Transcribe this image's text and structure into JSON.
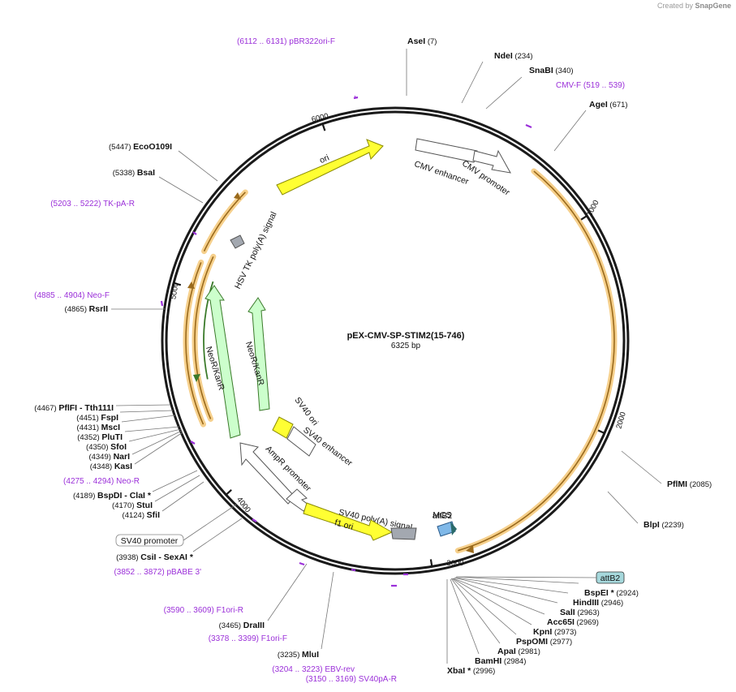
{
  "brand": {
    "created_by": "Created by",
    "name": "SnapGene"
  },
  "plasmid": {
    "name": "pEX-CMV-SP-STIM2(15-746)",
    "length_label": "6325 bp",
    "length": 6325
  },
  "colors": {
    "backbone": "#1a1a1a",
    "site_line": "#777777",
    "primer": "#9b30d9",
    "ori": "#ffff33",
    "neo": "#ccffcc",
    "orf": "#f2b35a",
    "grey": "#a3a8b0",
    "mcs": "#7fb8e8"
  },
  "ticks": [
    {
      "bp": 1000,
      "label": "1000"
    },
    {
      "bp": 2000,
      "label": "2000"
    },
    {
      "bp": 3000,
      "label": "3000"
    },
    {
      "bp": 4000,
      "label": "4000"
    },
    {
      "bp": 5000,
      "label": "5000"
    },
    {
      "bp": 6000,
      "label": "6000"
    }
  ],
  "sites": [
    {
      "name": "AseI",
      "pos": "(7)"
    },
    {
      "name": "NdeI",
      "pos": "(234)"
    },
    {
      "name": "SnaBI",
      "pos": "(340)"
    },
    {
      "name": "AgeI",
      "pos": "(671)"
    },
    {
      "name": "PflMI",
      "pos": "(2085)"
    },
    {
      "name": "BlpI",
      "pos": "(2239)"
    },
    {
      "name": "BspEI",
      "pos": "(2924)",
      "star": "*"
    },
    {
      "name": "HindIII",
      "pos": "(2946)"
    },
    {
      "name": "SalI",
      "pos": "(2963)"
    },
    {
      "name": "Acc65I",
      "pos": "(2969)"
    },
    {
      "name": "KpnI",
      "pos": "(2973)"
    },
    {
      "name": "PspOMI",
      "pos": "(2977)"
    },
    {
      "name": "ApaI",
      "pos": "(2981)"
    },
    {
      "name": "BamHI",
      "pos": "(2984)"
    },
    {
      "name": "XbaI",
      "pos": "(2996)",
      "star": "*"
    },
    {
      "name": "MluI",
      "pos": "(3235)"
    },
    {
      "name": "DraIII",
      "pos": "(3465)"
    },
    {
      "name": "CsiI - SexAI",
      "pos": "(3938)",
      "star": "*"
    },
    {
      "name": "SfiI",
      "pos": "(4124)"
    },
    {
      "name": "StuI",
      "pos": "(4170)"
    },
    {
      "name": "BspDI - ClaI",
      "pos": "(4189)",
      "star": "*"
    },
    {
      "name": "KasI",
      "pos": "(4348)"
    },
    {
      "name": "NarI",
      "pos": "(4349)"
    },
    {
      "name": "SfoI",
      "pos": "(4350)"
    },
    {
      "name": "PluTI",
      "pos": "(4352)"
    },
    {
      "name": "MscI",
      "pos": "(4431)"
    },
    {
      "name": "FspI",
      "pos": "(4451)"
    },
    {
      "name": "PflFI - Tth111I",
      "pos": "(4467)"
    },
    {
      "name": "RsrII",
      "pos": "(4865)"
    },
    {
      "name": "BsaI",
      "pos": "(5338)"
    },
    {
      "name": "EcoO109I",
      "pos": "(5447)"
    }
  ],
  "primers": [
    {
      "name": "pBR322ori-F",
      "range": "(6112 .. 6131)"
    },
    {
      "name": "CMV-F",
      "range": "(519 .. 539)"
    },
    {
      "name": "TK-pA-R",
      "range": "(5203 .. 5222)"
    },
    {
      "name": "Neo-F",
      "range": "(4885 .. 4904)"
    },
    {
      "name": "Neo-R",
      "range": "(4275 .. 4294)"
    },
    {
      "name": "pBABE 3'",
      "range": "(3852 .. 3872)"
    },
    {
      "name": "F1ori-R",
      "range": "(3590 .. 3609)"
    },
    {
      "name": "F1ori-F",
      "range": "(3378 .. 3399)"
    },
    {
      "name": "EBV-rev",
      "range": "(3204 .. 3223)"
    },
    {
      "name": "SV40pA-R",
      "range": "(3150 .. 3169)"
    }
  ],
  "features": [
    {
      "name": "ori"
    },
    {
      "name": "CMV enhancer"
    },
    {
      "name": "CMV promoter"
    },
    {
      "name": "HSV TK poly(A) signal"
    },
    {
      "name": "NeoR/KanR"
    },
    {
      "name": "NeoR/KanR"
    },
    {
      "name": "SV40 ori"
    },
    {
      "name": "SV40 enhancer"
    },
    {
      "name": "AmpR promoter"
    },
    {
      "name": "SV40 poly(A) signal"
    },
    {
      "name": "f1 ori"
    },
    {
      "name": "MCS"
    },
    {
      "name": "attB2"
    },
    {
      "name": "SV40 promoter"
    }
  ]
}
